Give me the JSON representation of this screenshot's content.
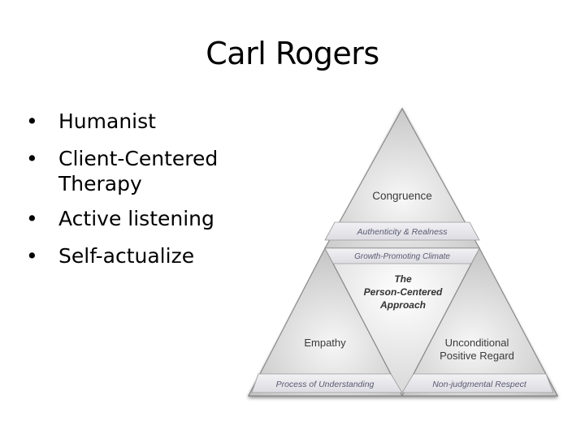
{
  "slide": {
    "title": "Carl Rogers",
    "bullets": [
      "Humanist",
      "Client-Centered Therapy",
      "Active listening",
      "Self-actualize"
    ],
    "bullet_glyph": "•"
  },
  "diagram": {
    "top_corner_label": "Congruence",
    "top_band_label": "Authenticity & Realness",
    "top_mid_band_label": "Growth-Promoting Climate",
    "center_label_line1": "The",
    "center_label_line2": "Person-Centered",
    "center_label_line3": "Approach",
    "left_corner_label": "Empathy",
    "left_band_label": "Process of Understanding",
    "right_corner_label_line1": "Unconditional",
    "right_corner_label_line2": "Positive Regard",
    "right_band_label": "Non-judgmental Respect",
    "colors": {
      "band_fill": "#e8e8ec",
      "band_text": "#5a5a72",
      "edge": "#8a8a8a",
      "corner_text": "#3a3a3a",
      "center_text": "#333333"
    }
  }
}
